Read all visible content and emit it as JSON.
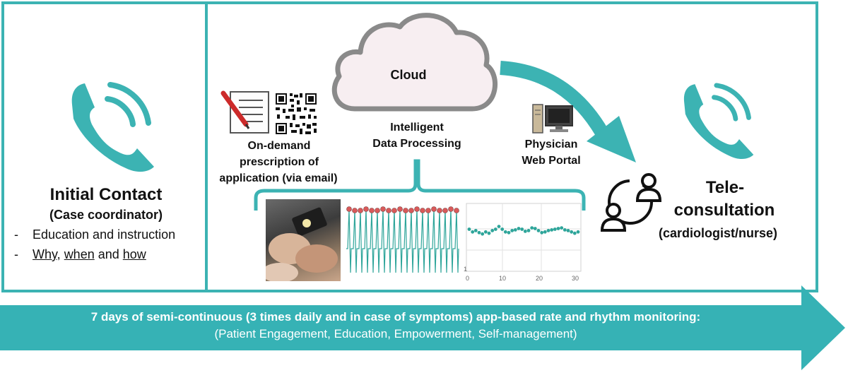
{
  "left_panel": {
    "title": "Initial Contact",
    "subtitle": "(Case coordinator)",
    "bullet_1": "Education and instruction",
    "bullet_2": {
      "why": "Why",
      "sep1": ", ",
      "when": "when",
      "sep2": " and ",
      "how": "how"
    }
  },
  "center": {
    "cloud_label": "Cloud",
    "processing_line1": "Intelligent",
    "processing_line2": "Data Processing",
    "prescription_line1": "On-demand",
    "prescription_line2": "prescription of",
    "prescription_line3": "application (via email)",
    "portal_line1": "Physician",
    "portal_line2": "Web Portal"
  },
  "right": {
    "title_line1": "Tele-",
    "title_line2": "consultation",
    "subtitle": "(cardiologist/nurse)"
  },
  "heart_rate_chart": {
    "x_ticks": [
      "0",
      "10",
      "20",
      "30"
    ],
    "y_tick": "1",
    "values": [
      0.62,
      0.58,
      0.6,
      0.57,
      0.55,
      0.58,
      0.56,
      0.6,
      0.62,
      0.66,
      0.62,
      0.58,
      0.57,
      0.6,
      0.61,
      0.63,
      0.62,
      0.59,
      0.6,
      0.64,
      0.63,
      0.6,
      0.57,
      0.58,
      0.6,
      0.61,
      0.62,
      0.63,
      0.64,
      0.61,
      0.6,
      0.58,
      0.56,
      0.58
    ]
  },
  "banner": {
    "line1": "7 days of semi-continuous (3 times daily and in case of symptoms) app-based rate and rhythm monitoring:",
    "line2": "(Patient Engagement, Education, Empowerment, Self-management)"
  },
  "colors": {
    "teal": "#3cb3b3",
    "banner": "#36b2b5",
    "peak": "#d95a5a",
    "dot": "#2ea59a"
  }
}
